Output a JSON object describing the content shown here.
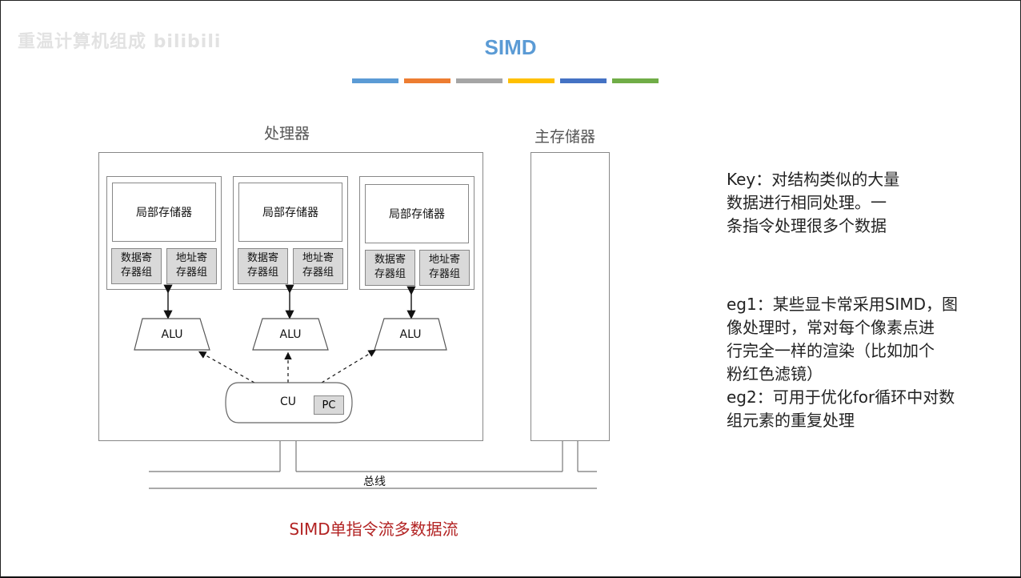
{
  "watermark": "重温计算机组成 bilibili",
  "title": "SIMD",
  "title_bars": [
    "#5b9bd5",
    "#ed7d31",
    "#a5a5a5",
    "#ffc000",
    "#4472c4",
    "#70ad47"
  ],
  "diagram": {
    "processor_label": "处理器",
    "memory_label": "主存储器",
    "units": [
      {
        "local_memory": "局部存储器",
        "data_reg": [
          "数据寄",
          "存器组"
        ],
        "addr_reg": [
          "地址寄",
          "存器组"
        ],
        "alu": "ALU"
      },
      {
        "local_memory": "局部存储器",
        "data_reg": [
          "数据寄",
          "存器组"
        ],
        "addr_reg": [
          "地址寄",
          "存器组"
        ],
        "alu": "ALU"
      },
      {
        "local_memory": "局部存储器",
        "data_reg": [
          "数据寄",
          "存器组"
        ],
        "addr_reg": [
          "地址寄",
          "存器组"
        ],
        "alu": "ALU"
      }
    ],
    "cu": "CU",
    "pc": "PC",
    "bus": "总线"
  },
  "notes": {
    "key": [
      "Key：对结构类似的大量",
      "数据进行相同处理。一",
      "条指令处理很多个数据"
    ],
    "eg": [
      "eg1：某些显卡常采用SIMD，图",
      "像处理时，常对每个像素点进",
      "行完全一样的渲染（比如加个",
      "粉红色滤镜）",
      "eg2：可用于优化for循环中对数",
      "组元素的重复处理"
    ]
  },
  "caption": "SIMD单指令流多数据流"
}
